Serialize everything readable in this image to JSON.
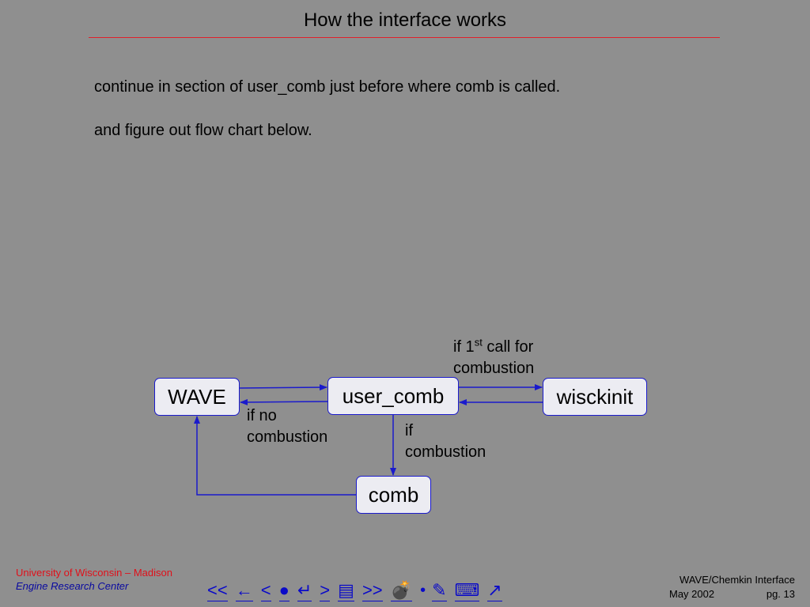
{
  "slide": {
    "title": "How the interface works",
    "body_lines": [
      "continue in section of user_comb just before where comb is called.",
      "and figure out flow chart below."
    ]
  },
  "diagram": {
    "nodes": {
      "wave": "WAVE",
      "user_comb": "user_comb",
      "wisckinit": "wisckinit",
      "comb": "comb"
    },
    "labels": {
      "first_call_prefix": "if 1",
      "first_call_sup": "st",
      "first_call_suffix": " call for",
      "first_call_line2": "combustion",
      "no_combustion_line1": "if no",
      "no_combustion_line2": "combustion",
      "combustion_line1": "if",
      "combustion_line2": "combustion"
    },
    "edges": [
      {
        "from": "WAVE",
        "to": "user_comb"
      },
      {
        "from": "user_comb",
        "to": "WAVE",
        "label": "if no combustion"
      },
      {
        "from": "user_comb",
        "to": "wisckinit",
        "label": "if 1st call for combustion"
      },
      {
        "from": "wisckinit",
        "to": "user_comb"
      },
      {
        "from": "user_comb",
        "to": "comb",
        "label": "if combustion"
      },
      {
        "from": "comb",
        "to": "WAVE"
      }
    ],
    "colors": {
      "line": "#1a1acc",
      "box_fill": "#ececf2"
    }
  },
  "footer": {
    "university": "University of Wisconsin – Madison",
    "center": "Engine Research Center",
    "doc_title": "WAVE/Chemkin Interface",
    "date": "May 2002",
    "page": "pg. 13"
  },
  "nav": {
    "first": "<<",
    "back": "←",
    "prev": "<",
    "dot": "●",
    "return": "↵",
    "next": ">",
    "index": "▤",
    "last": ">>",
    "bomb": "💣",
    "dot2": "•",
    "pen": "✎",
    "keyboard": "⌨",
    "exit": "↗"
  },
  "colors": {
    "background": "#8f8f8f",
    "title_rule": "#e0202a",
    "university_text": "#e0101a",
    "nav_link": "#0a0ac8"
  }
}
